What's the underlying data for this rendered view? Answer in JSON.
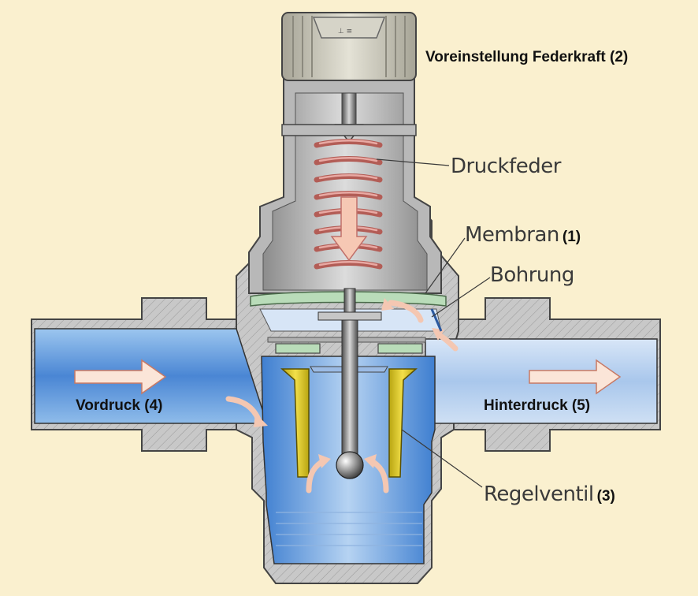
{
  "labels": {
    "preset": "Voreinstellung Federkraft (2)",
    "spring": "Druckfeder",
    "membrane": "Membran",
    "membrane_num": "(1)",
    "bore": "Bohrung",
    "inlet": "Vordruck (4)",
    "outlet": "Hinterdruck (5)",
    "valve": "Regelventil",
    "valve_num": "(3)"
  },
  "colors": {
    "background": "#faf0cf",
    "housing": "#c9c9c9",
    "water": "#5f9bdc",
    "spring": "#c0706a",
    "valve_insert": "#e8d320",
    "membrane": "#b9dcb9",
    "arrow": "#f6c8b4"
  }
}
